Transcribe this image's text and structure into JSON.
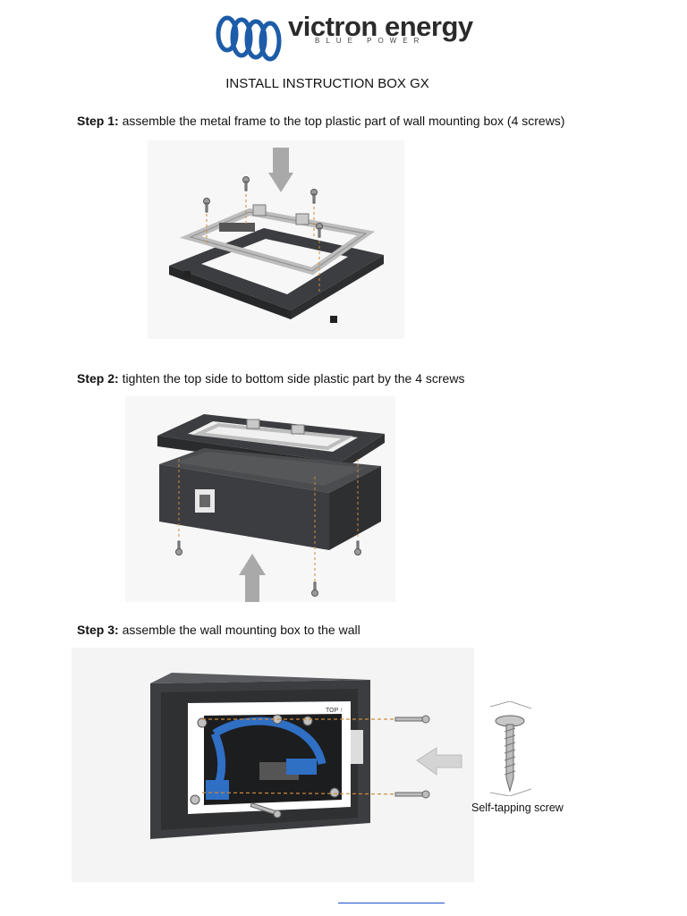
{
  "header": {
    "brand_name": "victron energy",
    "brand_tagline": "BLUE POWER"
  },
  "document": {
    "title": "INSTALL INSTRUCTION BOX GX"
  },
  "steps": [
    {
      "label": "Step 1:",
      "text": "assemble the metal frame to the top plastic part of wall mounting box (4 screws)"
    },
    {
      "label": "Step 2:",
      "text": "tighten the top side to bottom side plastic part by the 4 screws"
    },
    {
      "label": "Step 3:",
      "text": "assemble the wall mounting box to the wall"
    }
  ],
  "figure3": {
    "frame_label": "TOP ↑",
    "screw_caption": "Self-tapping screw"
  },
  "colors": {
    "brand_blue": "#1d5ca8",
    "box_dark": "#3b3d40",
    "arrow_grey": "#a9a9a9",
    "cable_blue": "#2f6fc4",
    "guide_orange": "#d08a3a",
    "link_line": "#1f4fd1"
  }
}
